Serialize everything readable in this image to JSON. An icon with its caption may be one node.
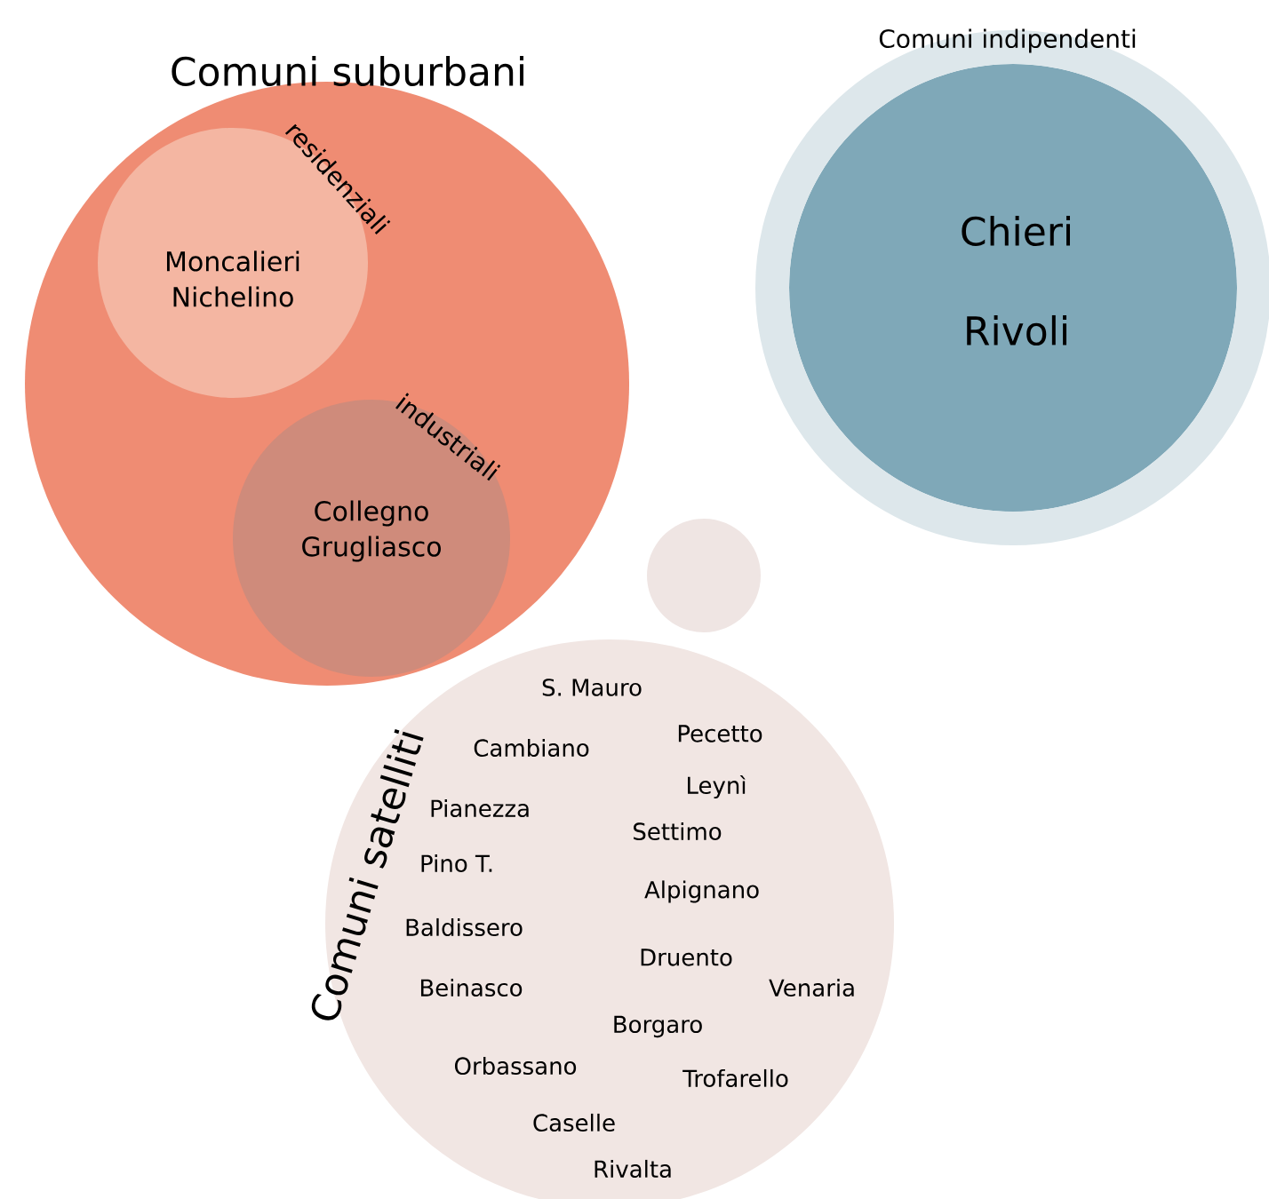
{
  "diagram": {
    "nodes": [
      {
        "text": [
          "Comuni suburbani"
        ]
      },
      {
        "text": [
          "residenziali",
          "Moncalieri Nichelino"
        ],
        "in": 0
      },
      {
        "text": [
          "industriali",
          "Collegno Grugliasco"
        ],
        "in": 0
      },
      {
        "text": [
          "Comuni indipendenti"
        ]
      },
      {
        "text": [
          "Chieri",
          "Rivoli"
        ],
        "in": 3
      },
      {
        "text": [],
        "shape": "circle"
      },
      {
        "text": [
          "Comuni satelliti",
          "S. Mauro",
          "Cambiano",
          "Pecetto",
          "Leynì",
          "Pianezza",
          "Settimo",
          "Pino T.",
          "Alpignano",
          "Baldissero",
          "Druento",
          "Venaria",
          "Beinasco",
          "Borgaro",
          "Orbassano",
          "Trofarello",
          "Caselle",
          "Rivalta"
        ]
      }
    ]
  }
}
